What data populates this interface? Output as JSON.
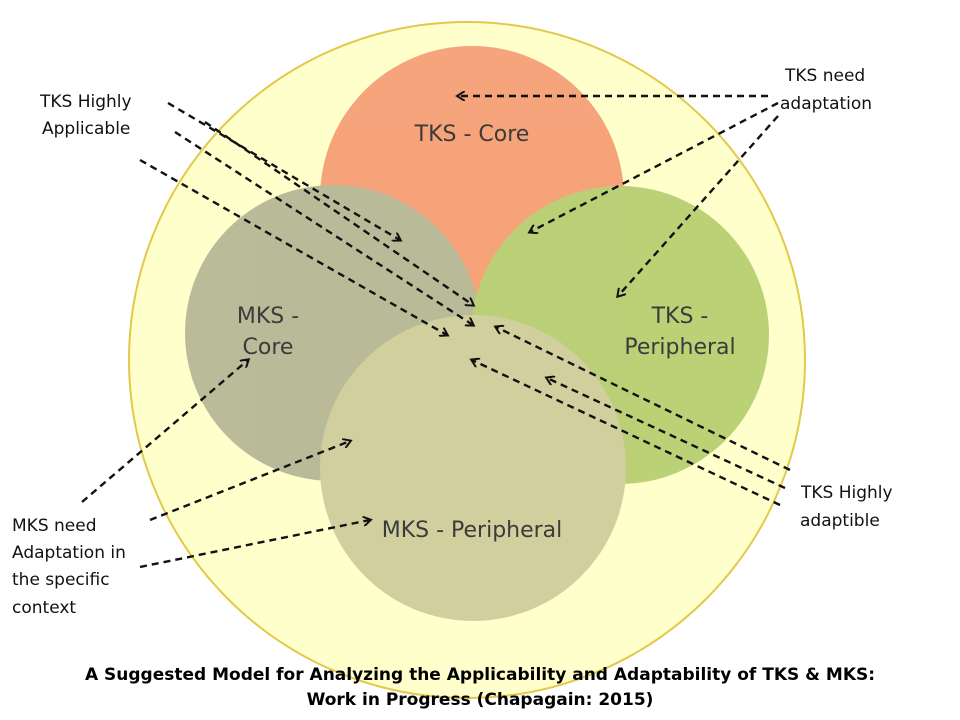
{
  "colors": {
    "outer_fill": "#ffffcc",
    "outer_stroke": "#e2c94a",
    "tks_core": "#f48a64",
    "tks_peripheral": "#a8c45e",
    "mks_core": "#a6a98a",
    "mks_peripheral": "#c4c291",
    "arrow": "#111111"
  },
  "circles": {
    "tks_core": "TKS - Core",
    "tks_peripheral_1": "TKS -",
    "tks_peripheral_2": "Peripheral",
    "mks_core_1": "MKS -",
    "mks_core_2": "Core",
    "mks_peripheral": "MKS - Peripheral"
  },
  "annotations": {
    "tks_highly_applicable": [
      "TKS Highly",
      "Applicable"
    ],
    "tks_need_adaptation": [
      "TKS need",
      "adaptation"
    ],
    "tks_highly_adaptible": [
      "TKS Highly",
      "adaptible"
    ],
    "mks_need_adaptation": [
      "MKS need",
      "Adaptation in",
      "the specific",
      "context"
    ]
  },
  "caption": {
    "line1_part1": "A Suggested Model for ",
    "line1_part2": "Analyzing the Applicability and Adaptability of TKS & MKS:",
    "line2": "Work in Progress (Chapagain: 2015)"
  }
}
